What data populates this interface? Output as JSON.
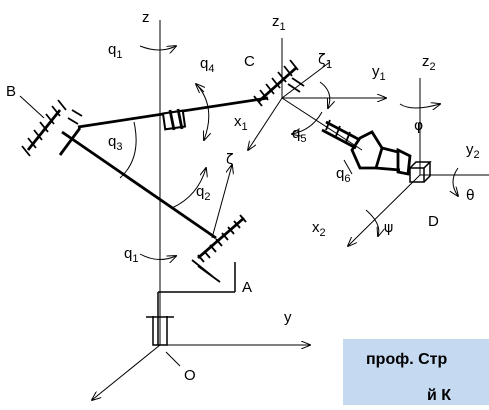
{
  "labels": {
    "z": "z",
    "q1_top": "q",
    "q1_top_sub": "1",
    "q4": "q",
    "q4_sub": "4",
    "B": "B",
    "C": "C",
    "z1": "z",
    "z1_sub": "1",
    "zeta1": "ζ",
    "zeta1_sub": "1",
    "y1": "y",
    "y1_sub": "1",
    "z2": "z",
    "z2_sub": "2",
    "x1": "x",
    "x1_sub": "1",
    "q3": "q",
    "q3_sub": "3",
    "zeta": "ζ",
    "q5": "q",
    "q5_sub": "5",
    "phi": "φ",
    "q2": "q",
    "q2_sub": "2",
    "q6": "q",
    "q6_sub": "6",
    "y2": "y",
    "y2_sub": "2",
    "theta": "θ",
    "D": "D",
    "x2": "x",
    "x2_sub": "2",
    "psi": "ψ",
    "q1_bottom": "q",
    "q1_bottom_sub": "1",
    "A": "A",
    "y": "y",
    "O": "O"
  },
  "banner": {
    "line1": "проф. Стр",
    "line2": "й К",
    "background": "#c5d9f1"
  }
}
